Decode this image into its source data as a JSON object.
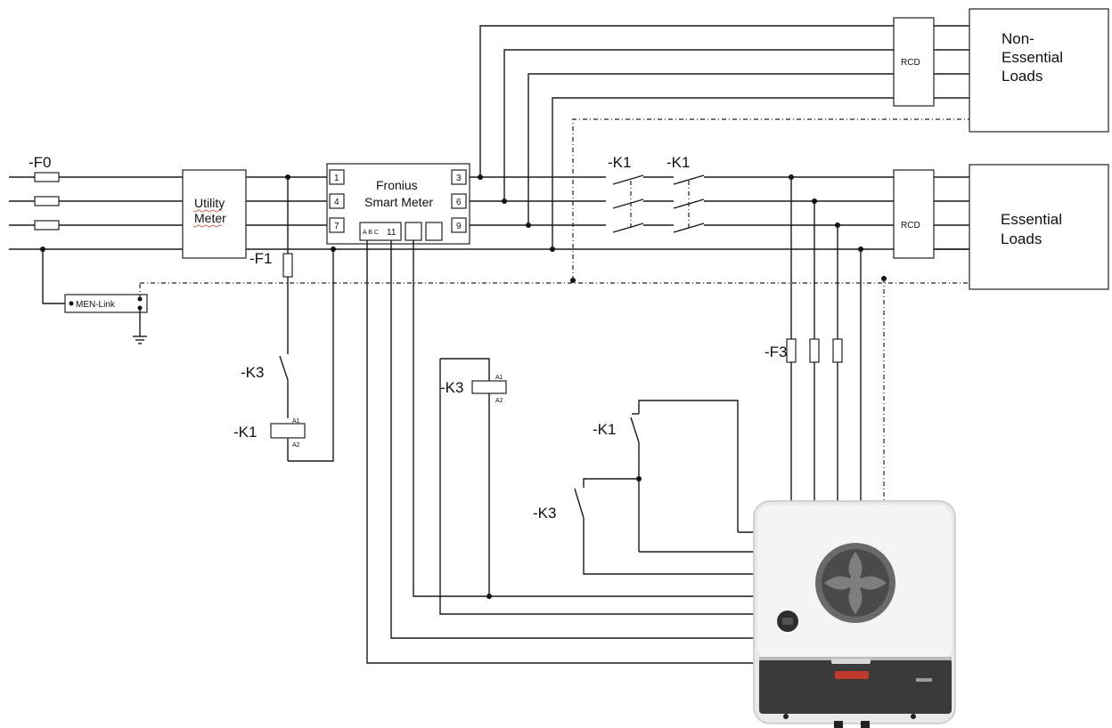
{
  "diagram": {
    "labels": {
      "f0": "-F0",
      "f1": "-F1",
      "f3": "-F3",
      "k1_main_a": "-K1",
      "k1_main_b": "-K1",
      "k3_left": "-K3",
      "k1_coil_left": "-K1",
      "k3_coil_mid": "-K3",
      "k1_contact_right": "-K1",
      "k3_contact_right": "-K3",
      "utility_meter_line1": "Utility",
      "utility_meter_line2": "Meter",
      "smart_meter_line1": "Fronius",
      "smart_meter_line2": "Smart Meter",
      "men_link": "MEN-Link",
      "rcd_top": "RCD",
      "rcd_bottom": "RCD",
      "non_essential_line1": "Non-",
      "non_essential_line2": "Essential",
      "non_essential_line3": "Loads",
      "essential_line1": "Essential",
      "essential_line2": "Loads",
      "terminal_1": "1",
      "terminal_4": "4",
      "terminal_7": "7",
      "terminal_3": "3",
      "terminal_6": "6",
      "terminal_9": "9",
      "terminal_abc": "A B C",
      "terminal_11": "11",
      "coil_a1_left": "A1",
      "coil_a2_left": "A2",
      "coil_a1_mid": "A1",
      "coil_a2_mid": "A2"
    }
  }
}
